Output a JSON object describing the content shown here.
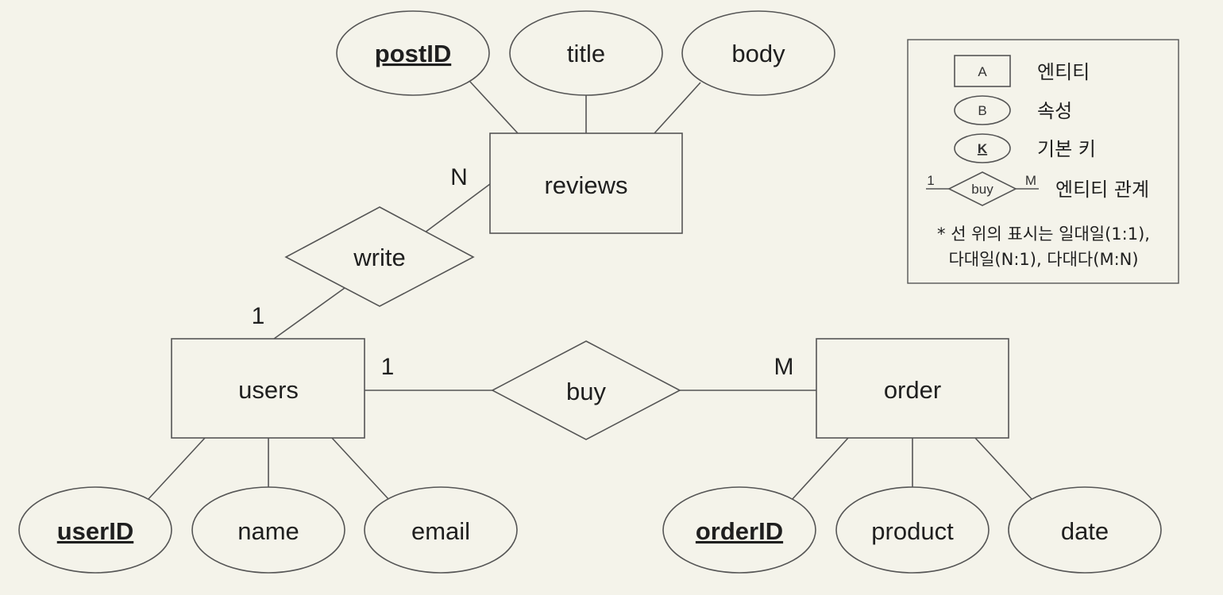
{
  "entities": {
    "reviews": "reviews",
    "users": "users",
    "order": "order"
  },
  "relationships": {
    "write": "write",
    "buy": "buy"
  },
  "attributes": {
    "postID": "postID",
    "title": "title",
    "body": "body",
    "userID": "userID",
    "name": "name",
    "email": "email",
    "orderID": "orderID",
    "product": "product",
    "date": "date"
  },
  "cardinality": {
    "reviews_write": "N",
    "users_write": "1",
    "users_buy": "1",
    "order_buy": "M"
  },
  "legend": {
    "entity_sample": "A",
    "entity_label": "엔티티",
    "attribute_sample": "B",
    "attribute_label": "속성",
    "key_sample": "K",
    "key_label": "기본 키",
    "rel_left_card": "1",
    "rel_sample": "buy",
    "rel_right_card": "M",
    "relationship_label": "엔티티 관계",
    "note_line1": "* 선 위의 표시는 일대일(1:1),",
    "note_line2": "다대일(N:1), 다대다(M:N)"
  }
}
